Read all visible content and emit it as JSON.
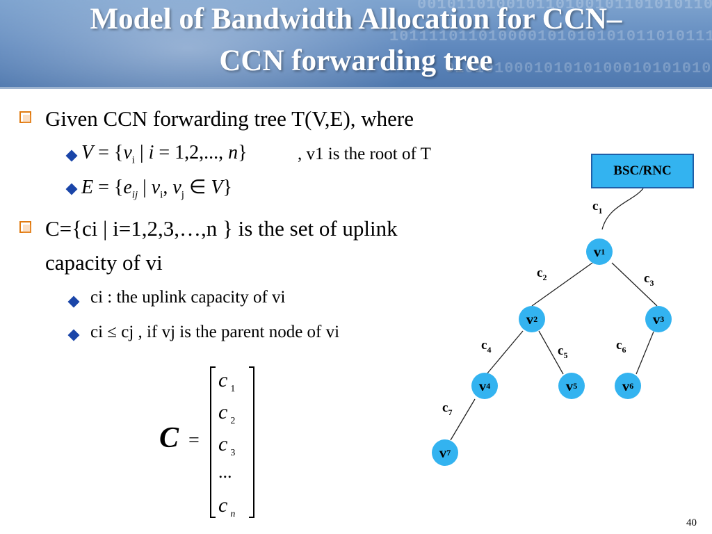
{
  "slide": {
    "title_line1": "Model of Bandwidth Allocation for CCN–",
    "title_line2": "CCN forwarding tree",
    "bullet1": "Given CCN forwarding tree T(V,E), where",
    "bullet1_sub1_tail": ", v1 is the root of T",
    "bullet2_text": "C={ci | i=1,2,3,…,n } is the set of uplink",
    "bullet2_line2": "capacity of vi",
    "bullet2_sub1": "ci : the uplink capacity of vi",
    "bullet2_sub2": "ci ≤ cj , if vj is the parent node of vi",
    "page_number": "40"
  },
  "diagram": {
    "root_box": "BSC/RNC",
    "nodes": [
      "v1",
      "v2",
      "v3",
      "v4",
      "v5",
      "v6",
      "v7"
    ],
    "edges": [
      "c1",
      "c2",
      "c3",
      "c4",
      "c5",
      "c6",
      "c7"
    ],
    "node_color": "#33b3f0"
  },
  "matrix": {
    "lhs": "C",
    "entries": [
      "c1",
      "c2",
      "c3",
      "...",
      "cn"
    ]
  },
  "colors": {
    "header": "#5f88bd",
    "bullet_box": "#e07a10",
    "diamond": "#1a45a8"
  }
}
